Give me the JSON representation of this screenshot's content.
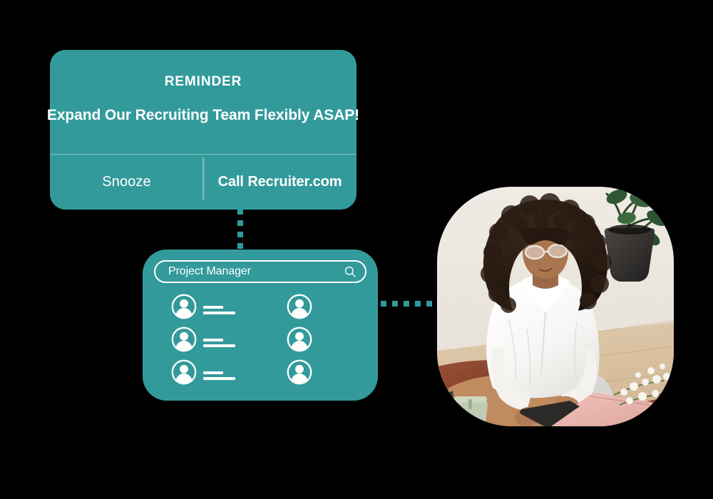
{
  "theme": {
    "teal": "#339A9B",
    "teal_connector": "#2F9A9B",
    "text_on_teal": "#FFFFFF",
    "background": "#000000"
  },
  "reminder_card": {
    "title": "REMINDER",
    "subtitle": "Expand Our Recruiting Team Flexibly ASAP!",
    "actions": {
      "snooze_label": "Snooze",
      "call_label": "Call Recruiter.com"
    }
  },
  "search_panel": {
    "search": {
      "value": "Project Manager",
      "placeholder": "Project Manager",
      "icon": "search-icon"
    },
    "results": [
      {
        "icon": "user-avatar-icon",
        "has_lines": true
      },
      {
        "icon": "user-avatar-icon",
        "has_lines": false
      },
      {
        "icon": "user-avatar-icon",
        "has_lines": true
      },
      {
        "icon": "user-avatar-icon",
        "has_lines": false
      },
      {
        "icon": "user-avatar-icon",
        "has_lines": true
      },
      {
        "icon": "user-avatar-icon",
        "has_lines": false
      }
    ]
  },
  "connectors": [
    {
      "name": "card-to-panel",
      "orientation": "vertical",
      "style": "dashed"
    },
    {
      "name": "panel-to-photo",
      "orientation": "horizontal",
      "style": "dashed"
    }
  ],
  "photo": {
    "alt": "Woman with curly hair working on a pink laptop while sitting on a patterned rug",
    "shape": "squircle"
  }
}
